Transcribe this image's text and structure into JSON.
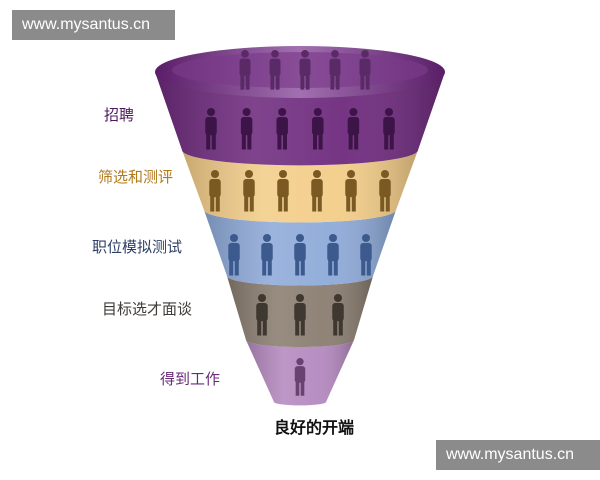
{
  "watermark": {
    "text": "www.mysantus.cn"
  },
  "funnel": {
    "stages": [
      {
        "label": "招聘",
        "color": "#6e2a7d",
        "people": 6,
        "person_color": "#3c1447"
      },
      {
        "label": "筛选和测评",
        "color": "#f3cd89",
        "people": 6,
        "person_color": "#7a5a22"
      },
      {
        "label": "职位模拟测试",
        "color": "#8eaad9",
        "people": 5,
        "person_color": "#3d5a8e"
      },
      {
        "label": "目标选才面谈",
        "color": "#8a7d70",
        "people": 3,
        "person_color": "#3f3830"
      },
      {
        "label": "得到工作",
        "color": "#b489bf",
        "people": 1,
        "person_color": "#6a4272"
      }
    ],
    "rim_people": 5,
    "outcome": "良好的开端"
  }
}
